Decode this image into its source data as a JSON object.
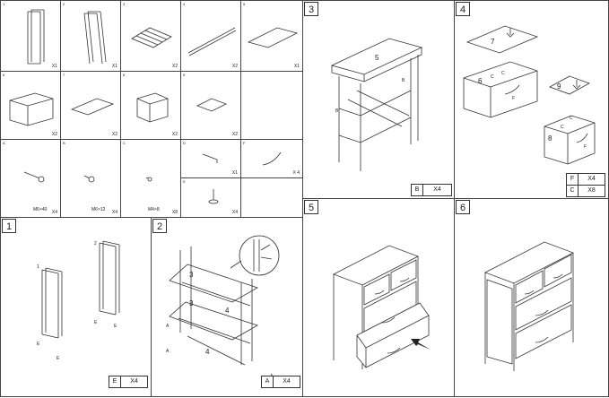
{
  "parts": [
    {
      "num": "1",
      "qty": "X1"
    },
    {
      "num": "2",
      "qty": "X1"
    },
    {
      "num": "3",
      "qty": "X2"
    },
    {
      "num": "4",
      "qty": "X2"
    },
    {
      "num": "5",
      "qty": "X1"
    },
    {
      "num": "6",
      "qty": "X2"
    },
    {
      "num": "7",
      "qty": "X2"
    },
    {
      "num": "8",
      "qty": "X2"
    },
    {
      "num": "9",
      "qty": "X2"
    },
    {
      "num": "",
      "qty": ""
    },
    {
      "num": "A",
      "qty": "X4"
    },
    {
      "num": "B",
      "qty": "X4"
    },
    {
      "num": "C",
      "qty": "X8"
    },
    {
      "num": "D",
      "qty": "X1"
    },
    {
      "num": "F",
      "qty": "X 4"
    },
    {
      "num": "E",
      "qty": "X4"
    }
  ],
  "hardware_captions": {
    "A": "M6×40",
    "B": "M6×12",
    "C": "M4×8"
  },
  "steps": [
    {
      "num": "1",
      "legend": [
        {
          "k": "E",
          "v": "X4"
        }
      ],
      "labels": {
        "p1": "1",
        "p2": "2",
        "e": "E"
      }
    },
    {
      "num": "2",
      "legend": [
        {
          "k": "A",
          "v": "X4"
        }
      ],
      "labels": {
        "three": "3",
        "four": "4",
        "a": "A"
      }
    },
    {
      "num": "3",
      "legend": [
        {
          "k": "B",
          "v": "X4"
        }
      ],
      "labels": {
        "five": "5",
        "b": "B"
      }
    },
    {
      "num": "4",
      "legend": [
        {
          "k": "F",
          "v": "X4"
        },
        {
          "k": "C",
          "v": "X8"
        }
      ],
      "labels": {
        "seven": "7",
        "six": "6",
        "eight": "8",
        "nine": "9",
        "c": "C",
        "f": "F"
      }
    },
    {
      "num": "5"
    },
    {
      "num": "6"
    }
  ]
}
